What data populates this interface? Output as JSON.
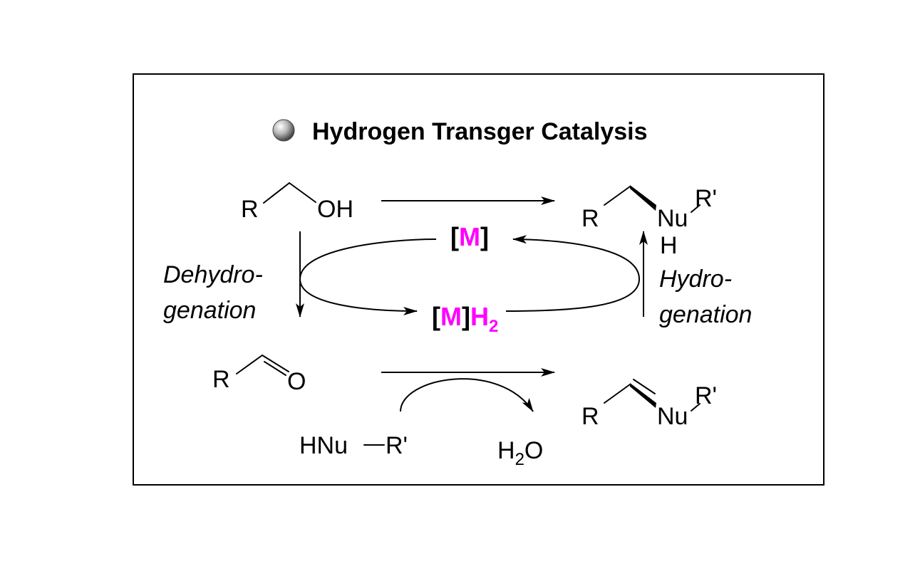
{
  "title": "Hydrogen Transger Catalysis",
  "colors": {
    "metal": "#ff00ff",
    "frame": "#000000",
    "text": "#000000"
  },
  "icons": {
    "bullet": "sphere-bullet-icon"
  },
  "molecules": {
    "alcohol": {
      "r": "R",
      "oh": "OH"
    },
    "amine": {
      "r": "R",
      "nu": "Nu",
      "r_prime": "R'",
      "h": "H"
    },
    "aldehyde": {
      "r": "R",
      "o": "O"
    },
    "imine": {
      "r": "R",
      "nu": "Nu",
      "r_prime": "R'"
    },
    "nucleophile": {
      "hnu": "HNu",
      "r_prime": "R'"
    },
    "water": {
      "h": "H",
      "sub": "2",
      "o": "O"
    }
  },
  "catalyst": {
    "m": {
      "open": "[",
      "metal": "M",
      "close": "]"
    },
    "mh2": {
      "open": "[",
      "metal": "M",
      "close": "]",
      "h": "H",
      "sub": "2"
    }
  },
  "steps": {
    "dehydrogenation": {
      "line1": "Dehydro-",
      "line2": "genation"
    },
    "hydrogenation": {
      "line1": "Hydro-",
      "line2": "genation"
    }
  }
}
